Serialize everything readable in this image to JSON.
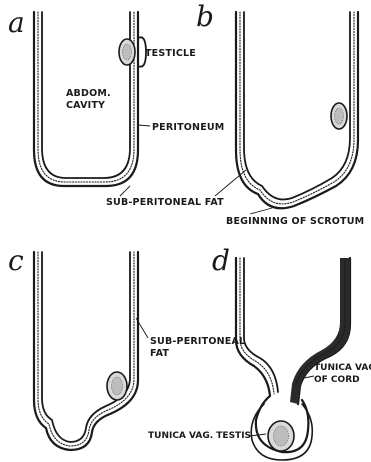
{
  "panels": {
    "a": {
      "letter": "a",
      "labels": {
        "testicle": "TESTICLE",
        "cavity_line1": "ABDOM.",
        "cavity_line2": "CAVITY",
        "peritoneum": "PERITONEUM",
        "subperitoneal_fat": "SUB-PERITONEAL FAT"
      }
    },
    "b": {
      "letter": "b",
      "labels": {
        "beginning_of_scrotum": "BEGINNING OF SCROTUM"
      }
    },
    "c": {
      "letter": "c",
      "labels": {
        "fat_line1": "SUB-PERITONEAL",
        "fat_line2": "FAT"
      }
    },
    "d": {
      "letter": "d",
      "labels": {
        "tunica_vag_line1": "TUNICA VAG",
        "tunica_vag_line2": "OF CORD",
        "tunica_vag_testis": "TUNICA VAG. TESTIS"
      }
    }
  }
}
